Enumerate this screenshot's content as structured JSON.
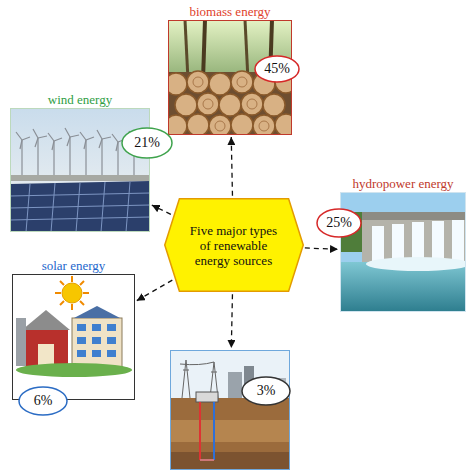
{
  "diagram": {
    "nodes": [
      {
        "text": [
          "biomass energy",
          "45%"
        ]
      },
      {
        "text": [
          "wind energy",
          "21%"
        ]
      },
      {
        "text": [
          "Five major types of renewable energy sources"
        ]
      },
      {
        "text": [
          "hydropower energy",
          "25%"
        ]
      },
      {
        "text": [
          "solar energy",
          "6%"
        ]
      },
      {
        "text": [
          "3%"
        ]
      }
    ],
    "edges": [
      {
        "from": 2,
        "to": 0,
        "arrow": "to"
      },
      {
        "from": 2,
        "to": 1,
        "arrow": "to"
      },
      {
        "from": 2,
        "to": 3,
        "arrow": "to"
      },
      {
        "from": 2,
        "to": 4,
        "arrow": "to"
      },
      {
        "from": 2,
        "to": 5,
        "arrow": "to"
      }
    ]
  }
}
